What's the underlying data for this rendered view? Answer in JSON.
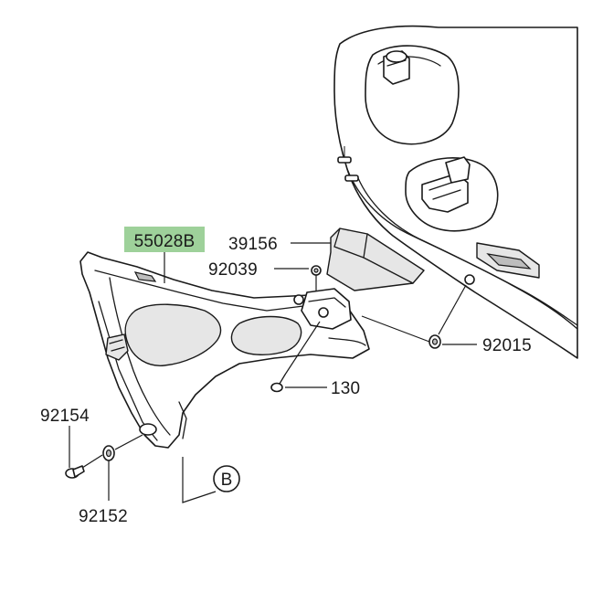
{
  "callouts": {
    "main_part": "55028B",
    "p39156": "39156",
    "p92039": "92039",
    "p92015": "92015",
    "p130": "130",
    "p92154": "92154",
    "p92152": "92152",
    "ref_b": "B"
  },
  "colors": {
    "highlight": "#9ed19a",
    "line": "#1a1a1a"
  }
}
